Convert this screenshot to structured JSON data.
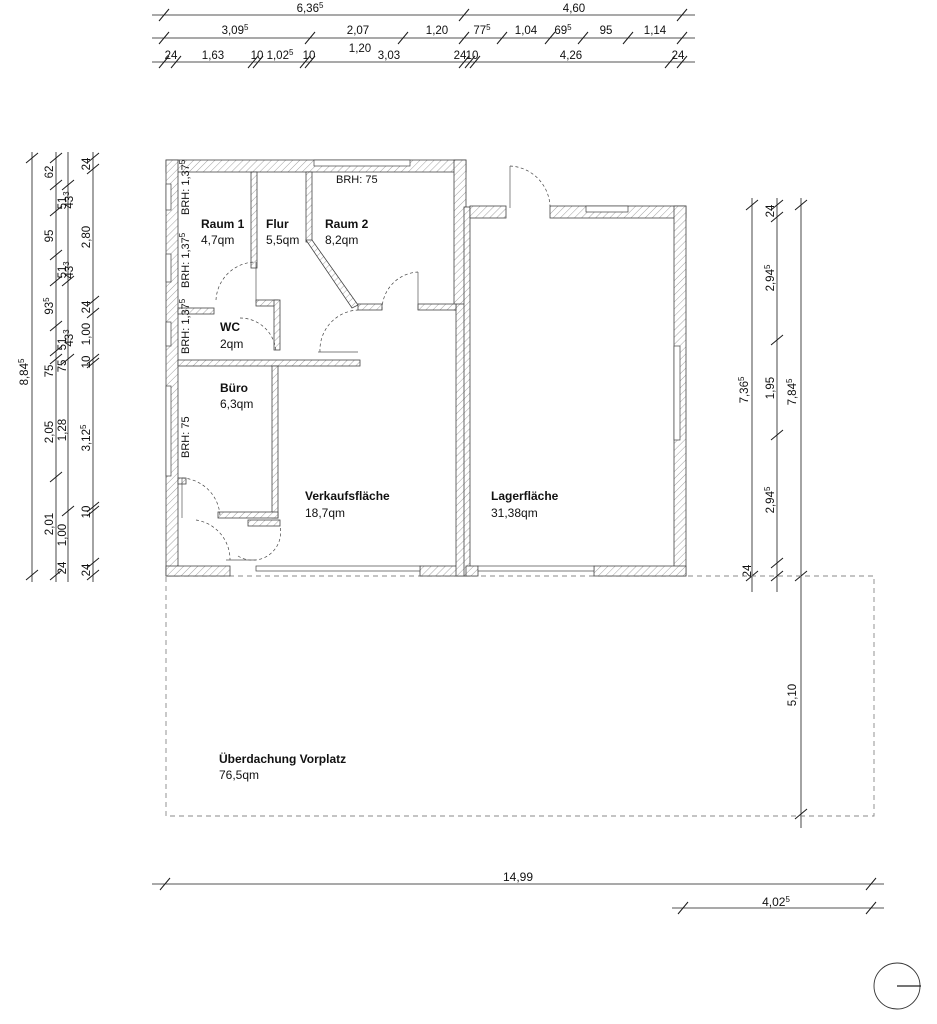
{
  "plan": {
    "top_dims": {
      "row1": [
        "6,36",
        "4,60"
      ],
      "row2": [
        "3,09",
        "2,07",
        "1,20",
        "77",
        "1,04",
        "69",
        "95",
        "1,14"
      ],
      "row3": [
        "24",
        "1,63",
        "10",
        "1,02",
        "10",
        "1,20",
        "3,03",
        "24",
        "10",
        "4,26",
        "24"
      ]
    },
    "left_dims": {
      "outer": [
        "8,84"
      ],
      "col2": [
        "2,80",
        "1,00",
        "75",
        "3,12",
        "1,00",
        "24"
      ],
      "col3": [
        "62",
        "95",
        "93",
        "75",
        "2,05",
        "1,28",
        "2,01",
        "24"
      ],
      "col4": [
        "43",
        "51",
        "43",
        "51",
        "43",
        "24",
        "10",
        "10",
        "24",
        "24"
      ]
    },
    "right_dims": {
      "inner": [
        "24",
        "2,94",
        "1,95",
        "2,94",
        "24"
      ],
      "mid": [
        "7,36"
      ],
      "outer": [
        "7,84",
        "5,10"
      ]
    },
    "bottom_dims": [
      "14,99",
      "4,02"
    ],
    "superscripts": {
      "five": "5",
      "three": "3"
    },
    "brh": {
      "raum1_top": "BRH: 1,37",
      "raum1_bottom": "BRH: 1,37",
      "wc": "BRH: 1,37",
      "buero": "BRH: 75",
      "raum2": "BRH: 75"
    },
    "rooms": [
      {
        "name": "Raum 1",
        "area": "4,7qm"
      },
      {
        "name": "Flur",
        "area": "5,5qm"
      },
      {
        "name": "Raum 2",
        "area": "8,2qm"
      },
      {
        "name": "WC",
        "area": "2qm"
      },
      {
        "name": "Büro",
        "area": "6,3qm"
      },
      {
        "name": "Verkaufsfläche",
        "area": "18,7qm"
      },
      {
        "name": "Lagerfläche",
        "area": "31,38qm"
      },
      {
        "name": "Überdachung Vorplatz",
        "area": "76,5qm"
      }
    ]
  }
}
